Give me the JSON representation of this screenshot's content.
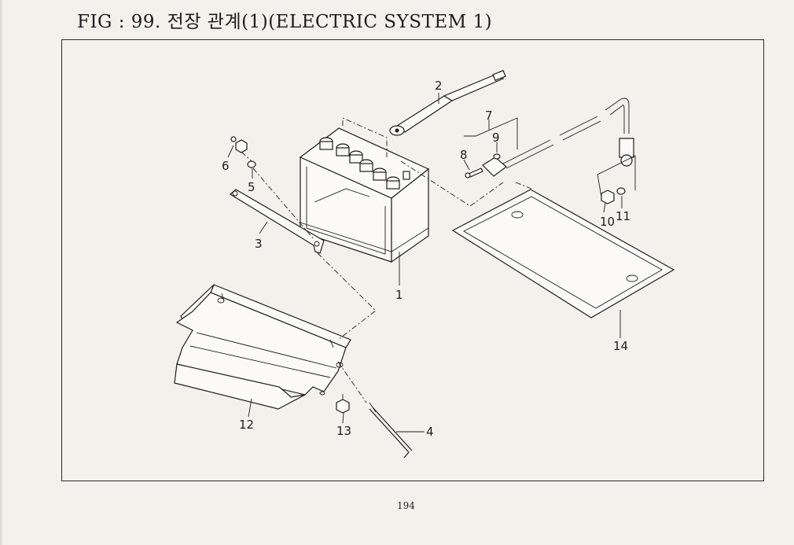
{
  "figure": {
    "title": "FIG : 99. 전장 관계(1)(ELECTRIC SYSTEM 1)",
    "page_number": "194"
  },
  "parts": [
    {
      "callout": "1",
      "name": "battery"
    },
    {
      "callout": "2",
      "name": "battery-cable-positive"
    },
    {
      "callout": "3",
      "name": "battery-hold-bracket"
    },
    {
      "callout": "4",
      "name": "hook-bolt"
    },
    {
      "callout": "5",
      "name": "washer"
    },
    {
      "callout": "6",
      "name": "nut"
    },
    {
      "callout": "7",
      "name": "ground-cable"
    },
    {
      "callout": "8",
      "name": "bolt"
    },
    {
      "callout": "9",
      "name": "nut"
    },
    {
      "callout": "10",
      "name": "nut"
    },
    {
      "callout": "11",
      "name": "washer"
    },
    {
      "callout": "12",
      "name": "battery-tray"
    },
    {
      "callout": "13",
      "name": "bolt"
    },
    {
      "callout": "14",
      "name": "battery-mat"
    }
  ]
}
